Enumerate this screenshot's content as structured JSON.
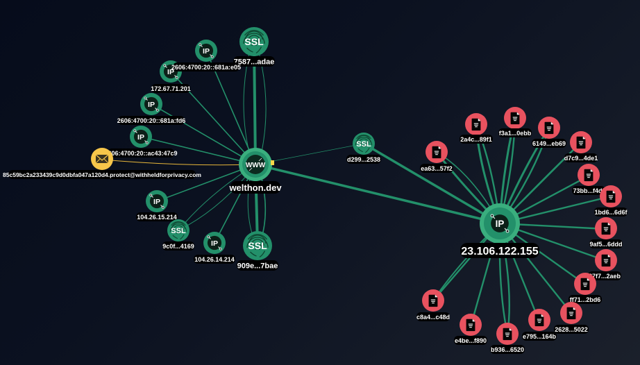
{
  "graph": {
    "colors": {
      "background_start": "#060c1b",
      "background_end": "#1b202b",
      "edge": "#23906a",
      "email_edge": "#e8b73a",
      "green_node": "#23906a",
      "green_node_ring": "#3aae7e",
      "red_node": "#e8525f",
      "yellow_node": "#f7c64a",
      "label_bg": "#000000",
      "label_text": "#ffffff"
    },
    "hubs": {
      "domain": {
        "type": "domain",
        "icon": "www-icon",
        "icon_text": "WWW",
        "label": "welthon.dev"
      },
      "ip": {
        "type": "ip",
        "icon": "ip-icon",
        "icon_text": "IP",
        "label": "23.106.122.155"
      }
    },
    "domain_neighbors": [
      {
        "type": "ssl",
        "icon": "fingerprint-icon",
        "icon_text": "SSL",
        "label": "7587...adae"
      },
      {
        "type": "ip",
        "icon": "ip-icon",
        "icon_text": "IP",
        "label": "2606:4700:20::681a:e05"
      },
      {
        "type": "ip",
        "icon": "ip-icon",
        "icon_text": "IP",
        "label": "172.67.71.201"
      },
      {
        "type": "ip",
        "icon": "ip-icon",
        "icon_text": "IP",
        "label": "2606:4700:20::681a:fd6"
      },
      {
        "type": "ip",
        "icon": "ip-icon",
        "icon_text": "IP",
        "label": "2606:4700:20::ac43:47c9"
      },
      {
        "type": "email",
        "icon": "envelope-icon",
        "icon_text": "",
        "label": "85c59bc2a233439c9d0dbfa047a120d4.protect@withheldforprivacy.com"
      },
      {
        "type": "ip",
        "icon": "ip-icon",
        "icon_text": "IP",
        "label": "104.26.15.214"
      },
      {
        "type": "ssl",
        "icon": "fingerprint-icon",
        "icon_text": "SSL",
        "label": "9c0f...4169"
      },
      {
        "type": "ip",
        "icon": "ip-icon",
        "icon_text": "IP",
        "label": "104.26.14.214"
      },
      {
        "type": "ssl",
        "icon": "fingerprint-icon",
        "icon_text": "SSL",
        "label": "909e...7bae"
      }
    ],
    "bridge": {
      "type": "ssl",
      "icon": "fingerprint-icon",
      "icon_text": "SSL",
      "label": "d299...2538"
    },
    "ip_neighbors": [
      {
        "type": "file",
        "icon": "document-icon",
        "label": "ea63...57f2"
      },
      {
        "type": "file",
        "icon": "document-icon",
        "label": "2a4c...89f1"
      },
      {
        "type": "file",
        "icon": "document-icon",
        "label": "f3a1...0ebb"
      },
      {
        "type": "file",
        "icon": "document-icon",
        "label": "6149...eb69"
      },
      {
        "type": "file",
        "icon": "document-icon",
        "label": "d7c9...4de1"
      },
      {
        "type": "file",
        "icon": "document-icon",
        "label": "73bb...f4df"
      },
      {
        "type": "file",
        "icon": "document-icon",
        "label": "1bd6...6d6f"
      },
      {
        "type": "file",
        "icon": "document-icon",
        "label": "9af5...6ddd"
      },
      {
        "type": "file",
        "icon": "document-icon",
        "label": "37f7...2aeb"
      },
      {
        "type": "file",
        "icon": "document-icon",
        "label": "ff71...2bd6"
      },
      {
        "type": "file",
        "icon": "document-icon",
        "label": "2628...5022"
      },
      {
        "type": "file",
        "icon": "document-icon",
        "label": "e795...164b"
      },
      {
        "type": "file",
        "icon": "document-icon",
        "label": "b936...6520"
      },
      {
        "type": "file",
        "icon": "document-icon",
        "label": "e4be...f890"
      },
      {
        "type": "file",
        "icon": "document-icon",
        "label": "c8a4...c48d"
      }
    ]
  }
}
